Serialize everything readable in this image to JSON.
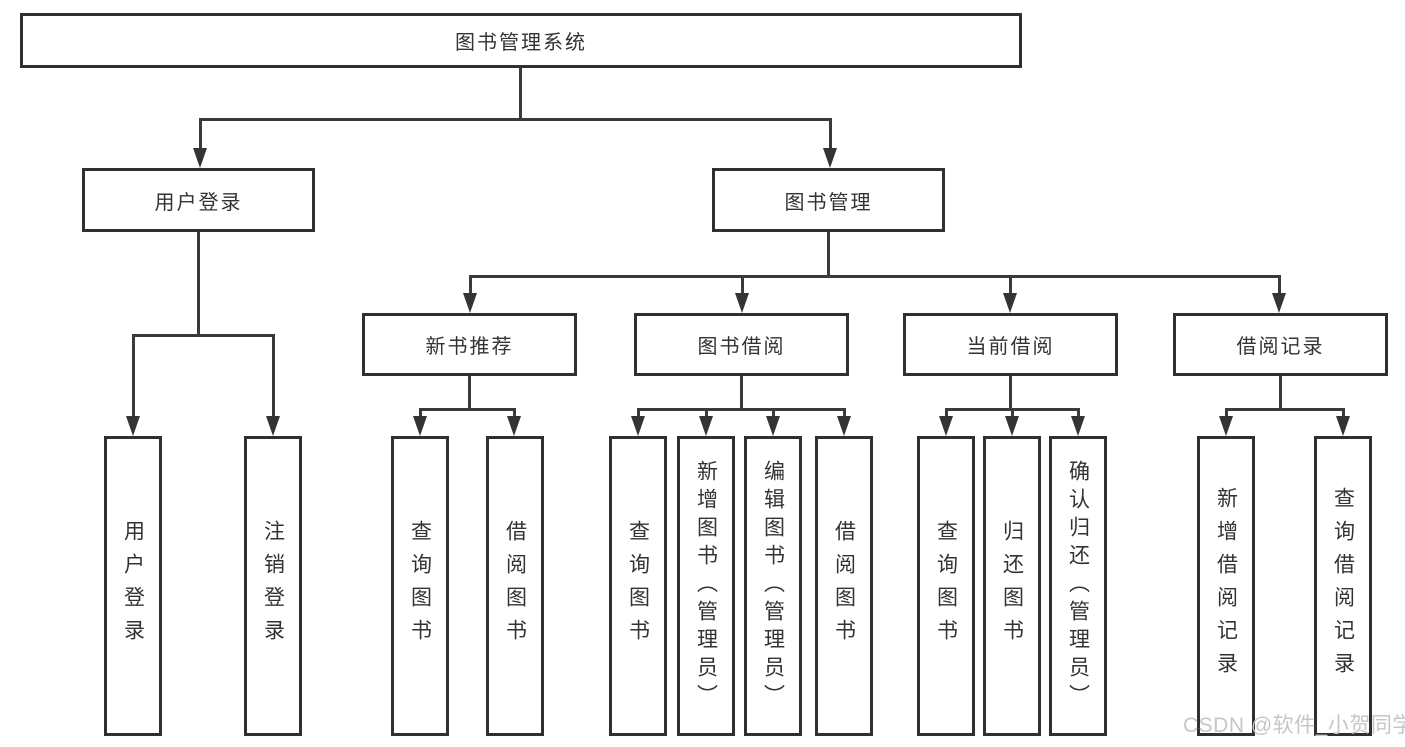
{
  "diagram": {
    "title": "图书管理系统",
    "root": {
      "label": "图书管理系统"
    },
    "level2": [
      {
        "label": "用户登录"
      },
      {
        "label": "图书管理"
      }
    ],
    "level3": [
      {
        "label": "新书推荐"
      },
      {
        "label": "图书借阅"
      },
      {
        "label": "当前借阅"
      },
      {
        "label": "借阅记录"
      }
    ],
    "leaves": {
      "user_login": [
        {
          "label": "用户登录"
        },
        {
          "label": "注销登录"
        }
      ],
      "new_rec": [
        {
          "label": "查询图书"
        },
        {
          "label": "借阅图书"
        }
      ],
      "borrow": [
        {
          "label": "查询图书"
        },
        {
          "label": "新增图书（管理员）"
        },
        {
          "label": "编辑图书（管理员）"
        },
        {
          "label": "借阅图书"
        }
      ],
      "current": [
        {
          "label": "查询图书"
        },
        {
          "label": "归还图书"
        },
        {
          "label": "确认归还（管理员）"
        }
      ],
      "records": [
        {
          "label": "新增借阅记录"
        },
        {
          "label": "查询借阅记录"
        }
      ]
    },
    "colors": {
      "line": "#3a3a3a",
      "box_border": "#2f2f2f",
      "box_background": "#ffffff",
      "text": "#333333",
      "watermark": "#c6c6c6"
    }
  },
  "watermark": {
    "text": "CSDN @软件_小贺同学"
  }
}
